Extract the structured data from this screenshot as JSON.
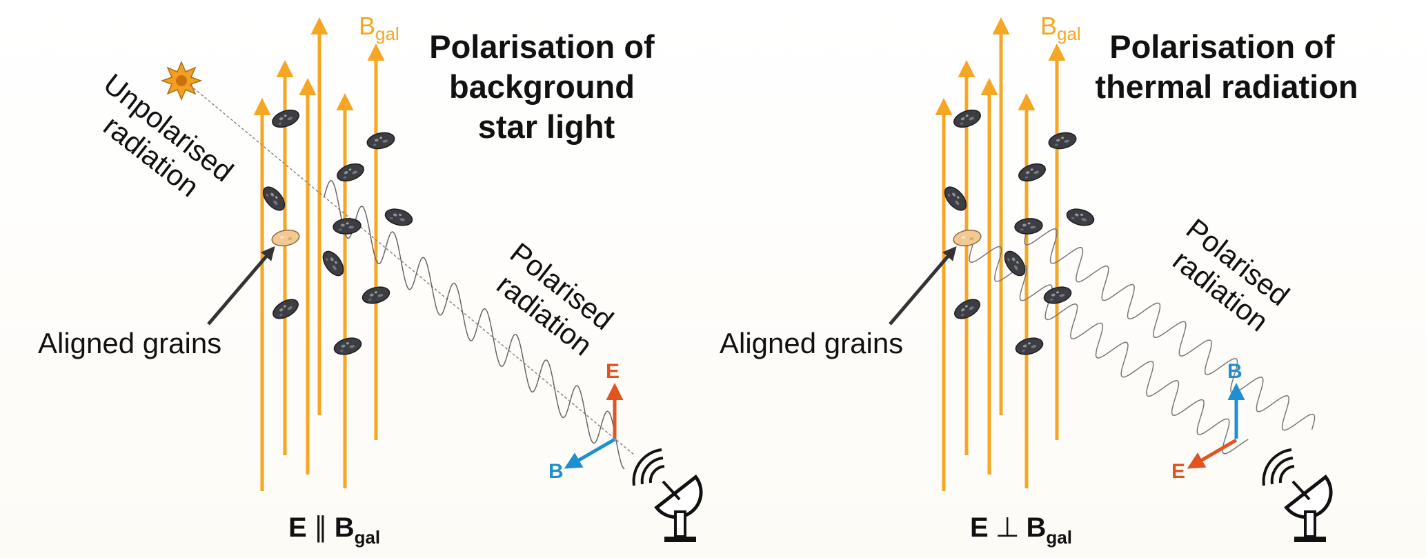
{
  "colors": {
    "field_line": "#f5a623",
    "e_vector": "#e2531f",
    "b_vector": "#1e8fd0",
    "grain": "#3d3d44",
    "highlighted_grain": "#f2c894",
    "star": "#f3a021",
    "text": "#111111"
  },
  "icons": [
    "star-icon",
    "radio-dish-icon",
    "dust-grain-icon"
  ],
  "left_panel": {
    "title_lines": [
      "Polarisation of",
      "background",
      "star light"
    ],
    "field_label": {
      "main": "B",
      "sub": "gal"
    },
    "unpolarised_lines": [
      "Unpolarised",
      "radiation"
    ],
    "polarised_lines": [
      "Polarised",
      "radiation"
    ],
    "grains_label": "Aligned grains",
    "e_label": "E",
    "b_label": "B",
    "relation": {
      "lhs": "E",
      "symbol": "∥",
      "rhs": "B",
      "sub": "gal"
    }
  },
  "right_panel": {
    "title_lines": [
      "Polarisation of",
      "thermal radiation"
    ],
    "field_label": {
      "main": "B",
      "sub": "gal"
    },
    "polarised_lines": [
      "Polarised",
      "radiation"
    ],
    "grains_label": "Aligned grains",
    "e_label": "E",
    "b_label": "B",
    "relation": {
      "lhs": "E",
      "symbol": "⊥",
      "rhs": "B",
      "sub": "gal"
    }
  }
}
